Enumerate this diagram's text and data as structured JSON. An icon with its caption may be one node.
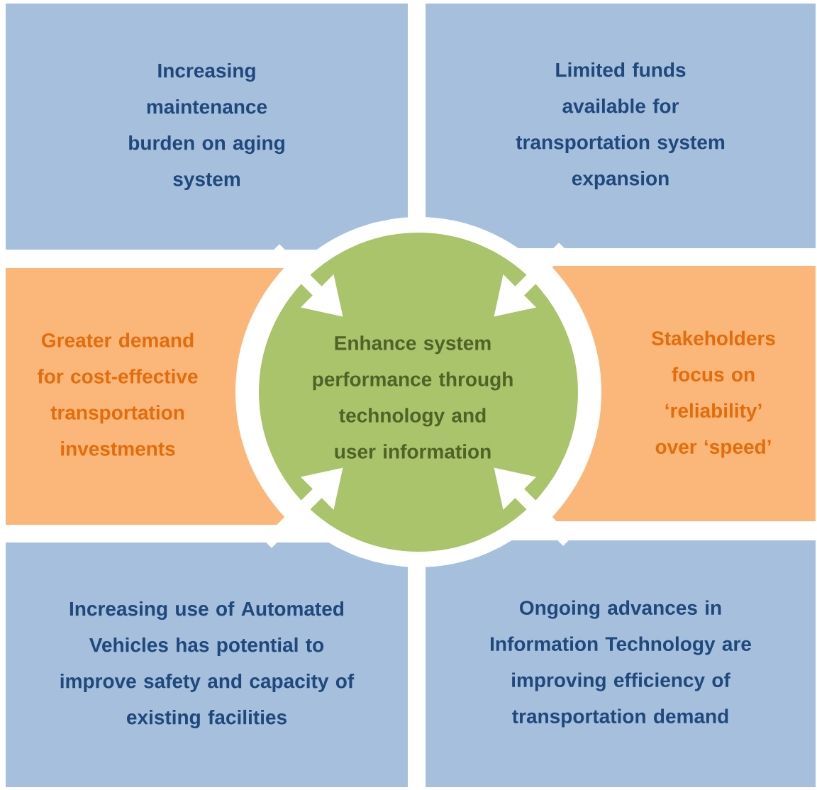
{
  "diagram": {
    "nodes": [
      {
        "text": [
          "Increasing maintenance burden on aging system"
        ]
      },
      {
        "text": [
          "Limited funds available for transportation system expansion"
        ]
      },
      {
        "text": [
          "Greater demand for cost-effective transportation investments"
        ]
      },
      {
        "text": [
          "Stakeholders focus on ‘reliability’ over ‘speed’"
        ]
      },
      {
        "text": [
          "Enhance system performance through technology and user information"
        ]
      },
      {
        "text": [
          "Increasing use of Automated Vehicles has potential to improve safety and capacity of existing facilities"
        ]
      },
      {
        "text": [
          "Ongoing advances in Information Technology are improving efficiency of transportation demand"
        ]
      }
    ],
    "edges": [
      {
        "from": 0,
        "to": 4,
        "arrow": "to"
      },
      {
        "from": 1,
        "to": 4,
        "arrow": "to"
      },
      {
        "from": 5,
        "to": 4,
        "arrow": "to"
      },
      {
        "from": 6,
        "to": 4,
        "arrow": "to"
      }
    ]
  }
}
